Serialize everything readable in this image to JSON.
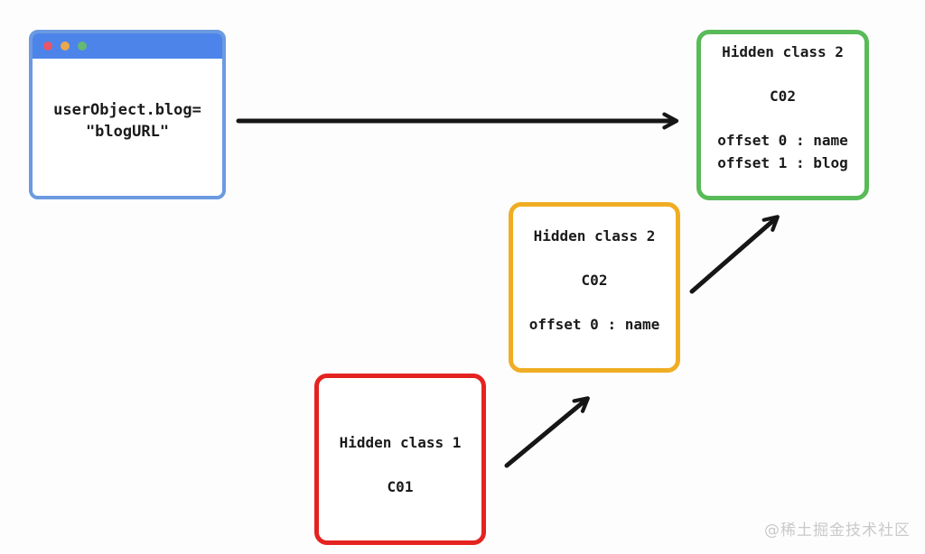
{
  "background_color": "#fdfdfd",
  "arrow_color": "#161616",
  "browser_window": {
    "titlebar_color": "#4d84ea",
    "border_color": "#6b9ae0",
    "dots": [
      "#e8566b",
      "#eaa84f",
      "#67b874"
    ],
    "code_line1": "userObject.blog=",
    "code_line2": "\"blogURL\""
  },
  "boxes": [
    {
      "id": "hidden-class-2-full",
      "border_color": "#58bb58",
      "title": "Hidden class 2",
      "class_id": "C02",
      "offsets": [
        "offset 0 : name",
        "offset 1 : blog"
      ]
    },
    {
      "id": "hidden-class-2-partial",
      "border_color": "#f0ad24",
      "title": "Hidden class 2",
      "class_id": "C02",
      "offsets": [
        "offset 0 : name"
      ]
    },
    {
      "id": "hidden-class-1",
      "border_color": "#e42320",
      "title": "Hidden class 1",
      "class_id": "C01",
      "offsets": []
    }
  ],
  "connections": [
    {
      "from": "browser-window",
      "to": "hidden-class-2-full"
    },
    {
      "from": "hidden-class-1",
      "to": "hidden-class-2-partial"
    },
    {
      "from": "hidden-class-2-partial",
      "to": "hidden-class-2-full"
    }
  ],
  "watermark": "@稀土掘金技术社区"
}
